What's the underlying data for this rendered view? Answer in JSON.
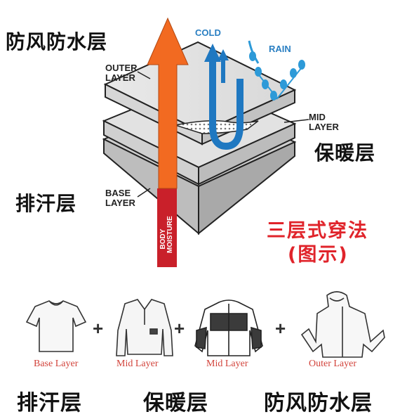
{
  "labels": {
    "outer_cn": "防风防水层",
    "mid_cn": "保暖层",
    "base_cn": "排汗层",
    "outer_en": [
      "OUTER",
      "LAYER"
    ],
    "mid_en": [
      "MID",
      "LAYER"
    ],
    "base_en": [
      "BASE",
      "LAYER"
    ],
    "cold": "COLD",
    "rain": "RAIN",
    "body_moisture": [
      "BODY",
      "MOISTURE"
    ],
    "title_line1": "三层式穿法",
    "title_line2": "(图示)"
  },
  "garments": [
    {
      "caption": "Base Layer",
      "icon": "t-shirt-icon"
    },
    {
      "caption": "Mid Layer",
      "icon": "fleece-pullover-icon"
    },
    {
      "caption": "Mid Layer",
      "icon": "insulated-jacket-icon"
    },
    {
      "caption": "Outer Layer",
      "icon": "hooded-shell-jacket-icon"
    }
  ],
  "plus_sign": "+",
  "bottom_labels": {
    "base": "排汗层",
    "mid": "保暖层",
    "outer": "防风防水层"
  },
  "colors": {
    "orange_arrow": "#f26a21",
    "blue_arrow": "#1f78c1",
    "rain_drops": "#2d9ad8",
    "moisture_bar": "#c9202a",
    "title_red": "#e0242b",
    "caption_red": "#d2433b"
  }
}
